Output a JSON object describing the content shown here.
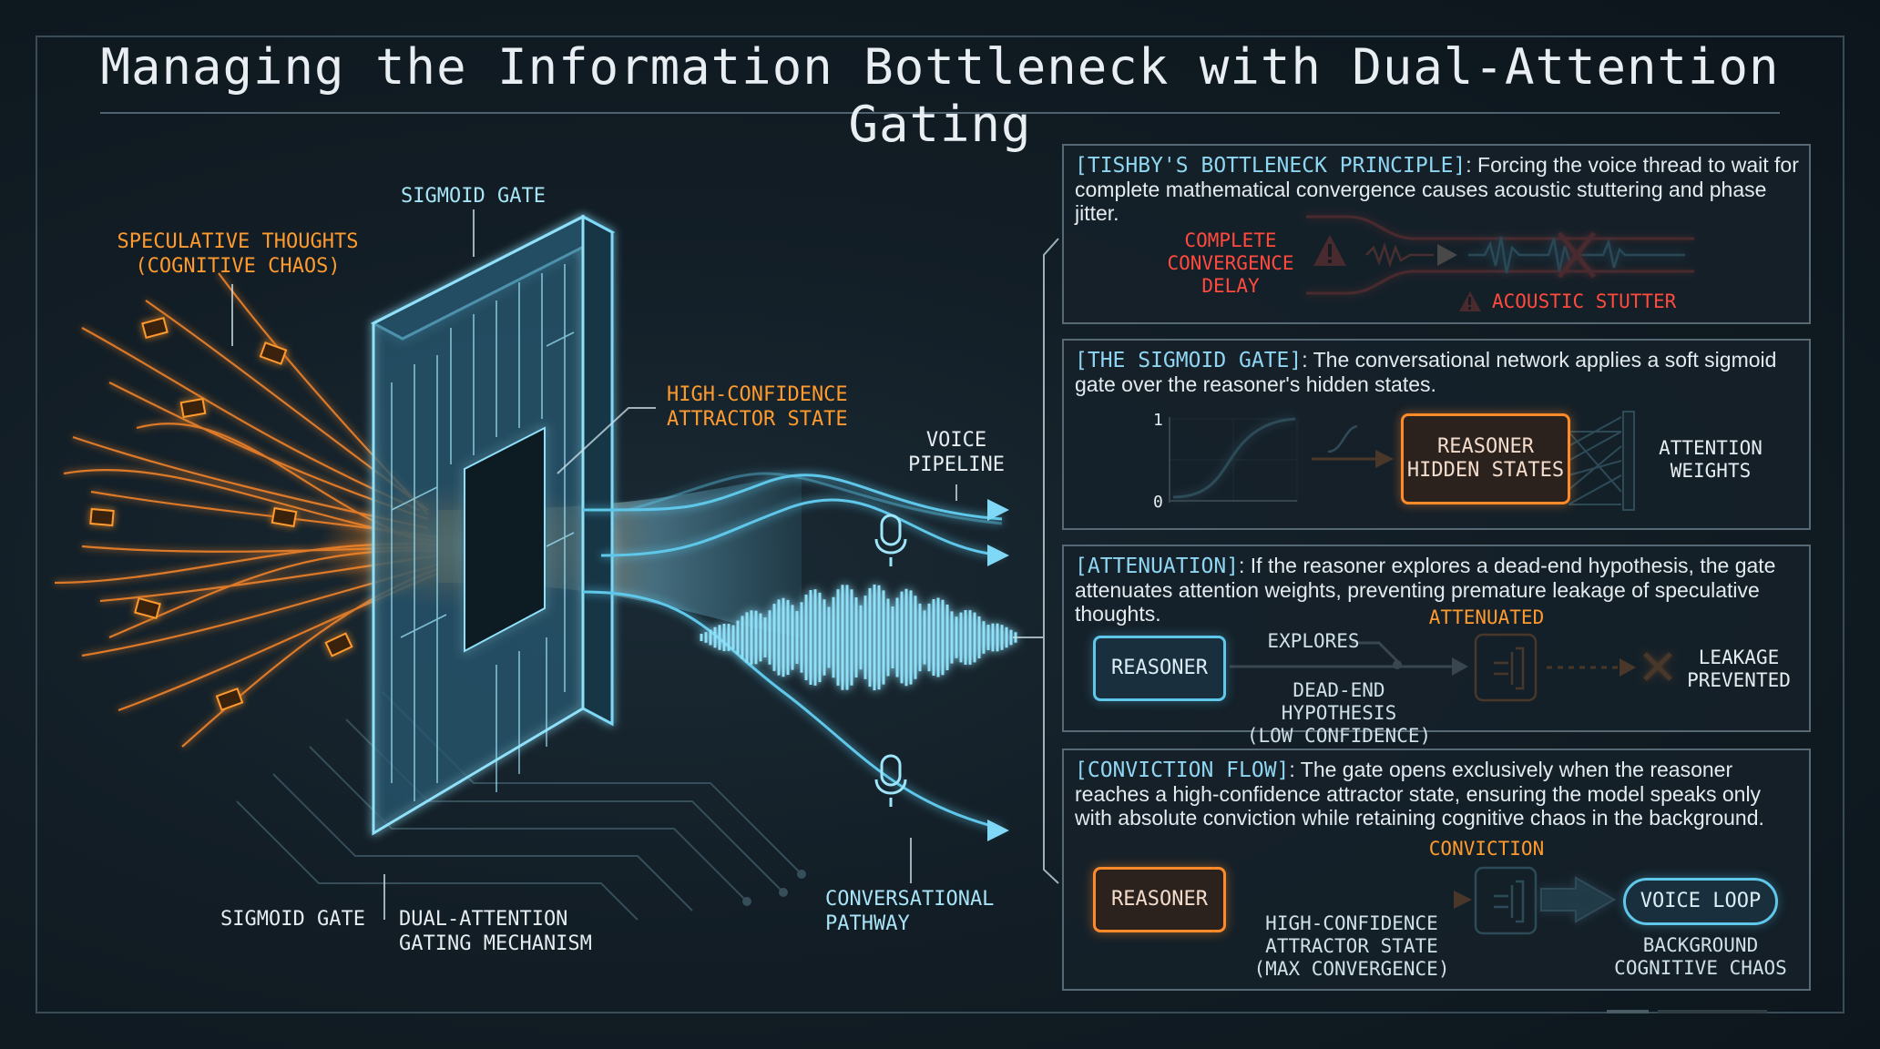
{
  "title": "Managing the Information Bottleneck with Dual-Attention Gating",
  "colors": {
    "accent_orange": "#ff8a2a",
    "accent_cyan": "#5fc8ea",
    "alert_red": "#ff4a3d",
    "background": "#121d25"
  },
  "diagram": {
    "speculative_label": [
      "SPECULATIVE THOUGHTS",
      "(COGNITIVE CHAOS)"
    ],
    "sigmoid_gate_top": "SIGMOID GATE",
    "attractor_label": [
      "HIGH-CONFIDENCE",
      "ATTRACTOR STATE"
    ],
    "voice_pipeline_label": [
      "VOICE",
      "PIPELINE"
    ],
    "sigmoid_gate_bottom": "SIGMOID GATE",
    "dual_attention_label": [
      "DUAL-ATTENTION",
      "GATING MECHANISM"
    ],
    "conversational_label": [
      "CONVERSATIONAL",
      "PATHWAY"
    ]
  },
  "panels": {
    "bottleneck": {
      "tag": "[TISHBY'S BOTTLENECK PRINCIPLE]",
      "text": ": Forcing the voice thread to wait for complete mathematical convergence causes acoustic stuttering and phase jitter.",
      "delay_label": [
        "COMPLETE",
        "CONVERGENCE",
        "DELAY"
      ],
      "stutter_label": "ACOUSTIC STUTTER"
    },
    "sigmoid": {
      "tag": "[THE SIGMOID GATE]",
      "text": ": The conversational network applies a soft sigmoid gate over the reasoner's hidden states.",
      "axis_top": "1",
      "axis_bottom": "0",
      "hidden_states_box": [
        "REASONER",
        "HIDDEN STATES"
      ],
      "attention_weights": [
        "ATTENTION",
        "WEIGHTS"
      ]
    },
    "attenuation": {
      "tag": "[ATTENUATION]",
      "text": ": If the reasoner explores a dead-end hypothesis, the gate attenuates attention weights, preventing premature leakage of speculative thoughts.",
      "reasoner_box": "REASONER",
      "explores": "EXPLORES",
      "attenuated": "ATTENUATED",
      "dead_end": [
        "DEAD-END HYPOTHESIS",
        "(LOW CONFIDENCE)"
      ],
      "leakage": [
        "LEAKAGE",
        "PREVENTED"
      ]
    },
    "conviction": {
      "tag": "[CONVICTION FLOW]",
      "text": ": The gate opens exclusively when the reasoner reaches a high-confidence attractor state, ensuring the model speaks only with absolute conviction while retaining cognitive chaos in the background.",
      "reasoner_box": "REASONER",
      "conviction": "CONVICTION",
      "high_conf": [
        "HIGH-CONFIDENCE",
        "ATTRACTOR STATE",
        "(MAX CONVERGENCE)"
      ],
      "voice_loop": "VOICE LOOP",
      "background": [
        "BACKGROUND",
        "COGNITIVE CHAOS"
      ]
    }
  }
}
